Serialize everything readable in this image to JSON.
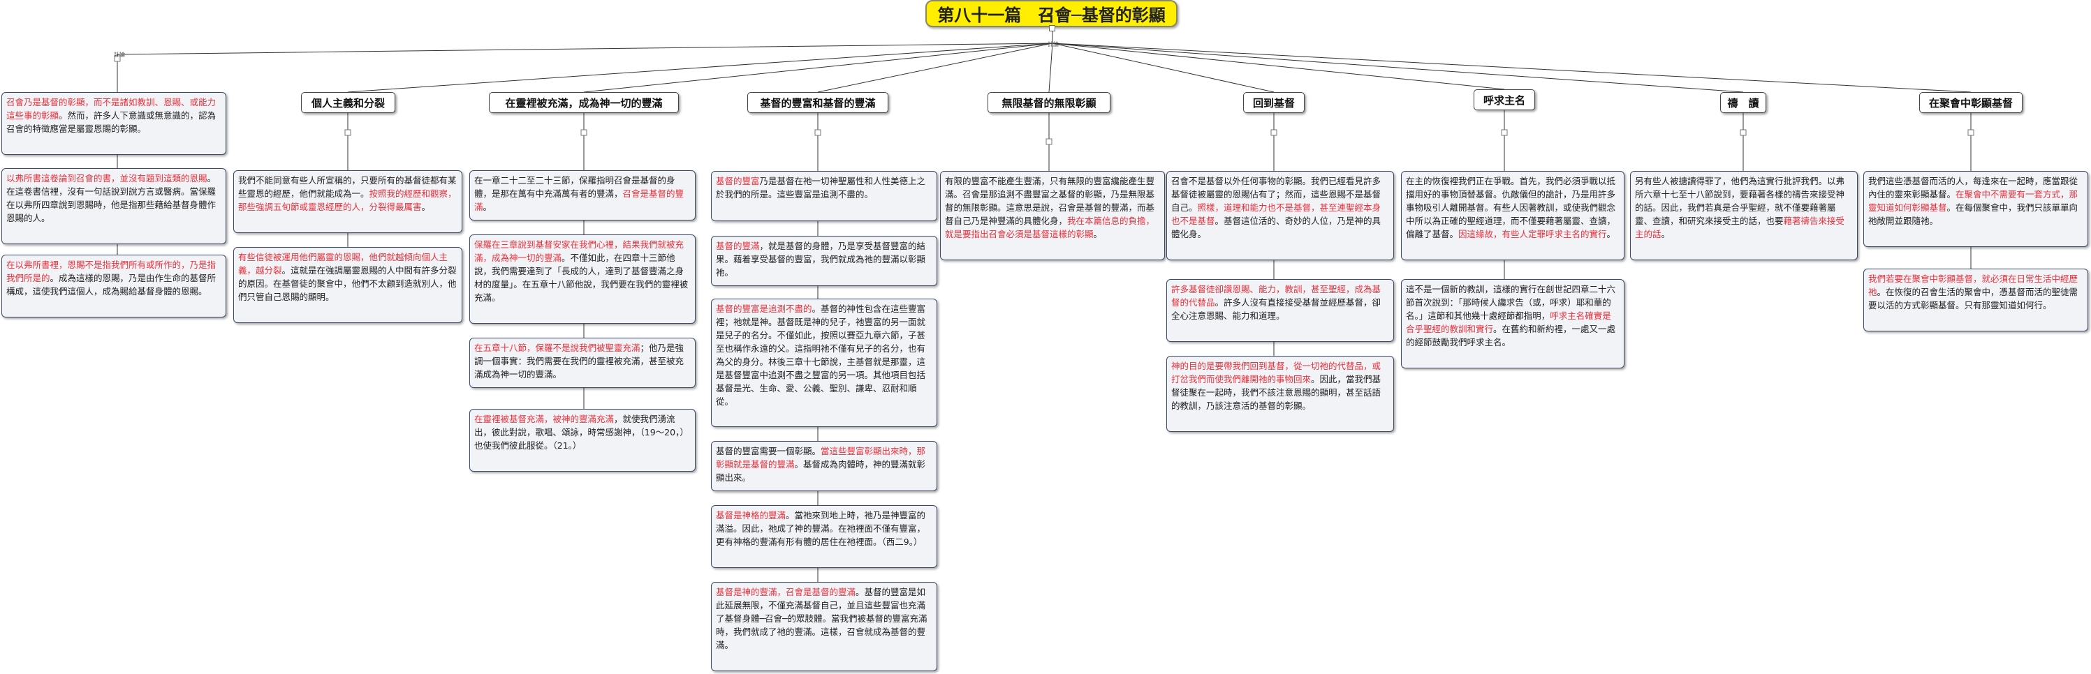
{
  "title": "第八十一篇　召會─基督的彰顯",
  "root_tag": "計論",
  "branch_tag": "計論",
  "topics": [
    "個人主義和分裂",
    "在靈裡被充滿，成為神一切的豐滿",
    "基督的豐富和基督的豐滿",
    "無限基督的無限彰顯",
    "回到基督",
    "呼求主名",
    "禱　讀",
    "在聚會中彰顯基督"
  ],
  "notes": {
    "intro_1": [
      [
        "召會乃是基督的彰顯，而不是諸如教訓、恩賜、或能力這些事的彰顯",
        true
      ],
      [
        "。然而，許多人下意識或無意識的，認為召會的特徵應當是屬靈恩賜的彰顯。",
        false
      ]
    ],
    "intro_2": [
      [
        "以弗所書這卷論到召會的書，並沒有題到這類的恩賜",
        true
      ],
      [
        "。在這卷書信裡，沒有一句話說到說方言或醫病。當保羅在以弗所四章說到恩賜時，他是指那些藉給基督身體作恩賜的人。",
        false
      ]
    ],
    "intro_3": [
      [
        "在以弗所書裡，恩賜不是指我們所有或所作的，乃是指我們所是的",
        true
      ],
      [
        "。成為這樣的恩賜，乃是由作生命的基督所構成，這使我們這個人，成為賜給基督身體的恩賜。",
        false
      ]
    ],
    "ind_1": [
      [
        "我們不能同意有些人所宣稱的，只要所有的基督徒都有某些靈恩的經歷，他們就能成為一。",
        false
      ],
      [
        "按照我的經歷和觀察，那些強調五旬節或靈恩經歷的人，分裂得最厲害",
        true
      ],
      [
        "。",
        false
      ]
    ],
    "ind_2": [
      [
        "有些信徒被運用他們屬靈的恩賜，他們就越傾向個人主義，越分裂",
        true
      ],
      [
        "。這就是在強調屬靈恩賜的人中間有許多分裂的原因。在基督徒的聚會中，他們不太顧到造就別人，他們只管自己恩賜的顯明。",
        false
      ]
    ],
    "fill_1": [
      [
        "在一章二十二至二十三節，保羅指明召會是基督的身體，是那在萬有中充滿萬有者的豐滿，",
        false
      ],
      [
        "召會是基督的豐滿",
        true
      ],
      [
        "。",
        false
      ]
    ],
    "fill_2": [
      [
        "保羅在三章說到基督安家在我們心裡，結果我們就被充滿，成為神一切的豐滿",
        true
      ],
      [
        "。不僅如此，在四章十三節他說，我們需要達到了「長成的人，達到了基督豐滿之身材的度量」。在五章十八節他說，我們要在我們的靈裡被充滿。",
        false
      ]
    ],
    "fill_3": [
      [
        "在五章十八節，保羅不是說我們被聖靈充滿",
        true
      ],
      [
        "；他乃是強調一個事實：我們需要在我們的靈裡被充滿，甚至被充滿成為神一切的豐滿。",
        false
      ]
    ],
    "fill_4": [
      [
        "在靈裡被基督充滿，被神的豐滿充滿",
        true
      ],
      [
        "，就使我們湧流出，彼此對說，歌唱、頌詠，時常感謝神，（19～20，）也使我們彼此服從。（21。）",
        false
      ]
    ],
    "rich_1": [
      [
        "基督的豐富",
        true
      ],
      [
        "乃是基督在祂一切神聖屬性和人性美德上之於我們的所是。這些豐富是追測不盡的。",
        false
      ]
    ],
    "rich_2": [
      [
        "基督的豐滿",
        true
      ],
      [
        "，就是基督的身體，乃是享受基督豐富的結果。藉着享受基督的豐富，我們就成為祂的豐滿以彰顯祂。",
        false
      ]
    ],
    "rich_3": [
      [
        "基督的豐富是追測不盡的",
        true
      ],
      [
        "。基督的神性包含在這些豐富裡；祂就是神。基督既是神的兒子，祂豐富的另一面就是兒子的名分。不僅如此，按照以賽亞九章六節，子甚至也稱作永遠的父。這指明祂不僅有兒子的名分，也有為父的身分。林後三章十七節說，主基督就是那靈，這是基督豐富中追測不盡之豐富的另一項。其他項目包括基督是光、生命、愛、公義、聖別、謙卑、忍耐和順從。",
        false
      ]
    ],
    "rich_4": [
      [
        "基督的豐富需要一個彰顯。",
        false
      ],
      [
        "當這些豐富彰顯出來時，那彰顯就是基督的豐滿",
        true
      ],
      [
        "。基督成為肉體時，神的豐滿就彰顯出來。",
        false
      ]
    ],
    "rich_5": [
      [
        "基督是神格的豐滿",
        true
      ],
      [
        "。當祂來到地上時，祂乃是神豐富的滿溢。因此，祂成了神的豐滿。在祂裡面不僅有豐富，更有神格的豐滿有形有體的居住在祂裡面。（西二9。）",
        false
      ]
    ],
    "rich_6": [
      [
        "基督是神的豐滿，召會是基督的豐滿",
        true
      ],
      [
        "。基督的豐富是如此延展無限，不僅充滿基督自己，並且這些豐富也充滿了基督身體─召會─的眾肢體。當我們被基督的豐富充滿時，我們就成了祂的豐滿。這樣，召會就成為基督的豐滿。",
        false
      ]
    ],
    "inf_1": [
      [
        "有限的豐富不能產生豐滿，只有無限的豐富纔能產生豐滿。召會是那追測不盡豐富之基督的彰顯，乃是無限基督的無限彰顯。這意思是說，召會是基督的豐滿，而基督自己乃是神豐滿的具體化身，",
        false
      ],
      [
        "我在本篇信息的負擔，就是要指出召會必須是基督這樣的彰顯",
        true
      ],
      [
        "。",
        false
      ]
    ],
    "back_1": [
      [
        "召會不是基督以外任何事物的彰顯。我們已經看見許多基督徒被屬靈的恩賜佔有了；然而，這些恩賜不是基督自己。",
        false
      ],
      [
        "照樣，道理和能力也不是基督，甚至連聖經本身也不是基督",
        true
      ],
      [
        "。基督這位活的、奇妙的人位，乃是神的具體化身。",
        false
      ]
    ],
    "back_2": [
      [
        "許多基督徒卻讚恩賜、能力，教訓，甚至聖經，成為基督的代替品",
        true
      ],
      [
        "。許多人沒有直接接受基督並經歷基督，卻全心注意恩賜、能力和道理。",
        false
      ]
    ],
    "back_3": [
      [
        "神的目的是要帶我們回到基督，從一切祂的代替品，或打岔我們而使我們離開祂的事物回來",
        true
      ],
      [
        "。因此，當我們基督徒聚在一起時，我們不該注意恩賜的顯明，甚至話語的教訓，乃該注意活的基督的彰顯。",
        false
      ]
    ],
    "call_1": [
      [
        "在主的恢復裡我們正在爭戰。首先，我們必須爭戰以抵擋用好的事物頂替基督。仇敵儀但的詭計，乃是用許多事物吸引人離開基督。有些人因著教訓，或使我們觀念中所以為正確的聖經道理，而不僅要藉著屬靈、查讀，偏離了基督。",
        false
      ],
      [
        "因這緣故，有些人定罪呼求主名的實行",
        true
      ],
      [
        "。",
        false
      ]
    ],
    "call_2": [
      [
        "這不是一個新的教訓，這樣的實行在創世記四章二十六節首次說到：「那時候人纔求告（或，呼求）耶和華的名。」這節和其他幾十處經節都指明，",
        false
      ],
      [
        "呼求主名確實是合乎聖經的教訓和實行",
        true
      ],
      [
        "。在舊約和新約裡，一處又一處的經節鼓勵我們呼求主名。",
        false
      ]
    ],
    "pray_1": [
      [
        "另有些人被搪讀得罪了，他們為這實行批評我們。以弗所六章十七至十八節說到，要藉著各樣的禱告來接受神的話。因此，我們若真是合乎聖經，就不僅要藉著屬靈、查讀，和研究來接受主的話，也要",
        false
      ],
      [
        "藉著禱告來接受主的話",
        true
      ],
      [
        "。",
        false
      ]
    ],
    "meet_1": [
      [
        "我們這些憑基督而活的人，每逢來在一起時，應當跟從內住的靈來彰顯基督。",
        false
      ],
      [
        "在聚會中不需要有一套方式，那靈知道如何彰顯基督",
        true
      ],
      [
        "。在每個聚會中，我們只該單單向祂敞開並跟隨祂。",
        false
      ]
    ],
    "meet_2": [
      [
        "我們若要在聚會中彰顯基督，就必須在日常生活中經歷祂",
        true
      ],
      [
        "。在恢復的召會生活的聚會中，憑基督而活的聖徒需要以活的方式彰顯基督。只有那靈知道如何行。",
        false
      ]
    ]
  },
  "colors": {
    "root_fill": "#ffee00",
    "note_fill": "#f2f3f7",
    "note_border": "#3c4a66",
    "highlight": "#e8323c",
    "line": "#333333"
  }
}
